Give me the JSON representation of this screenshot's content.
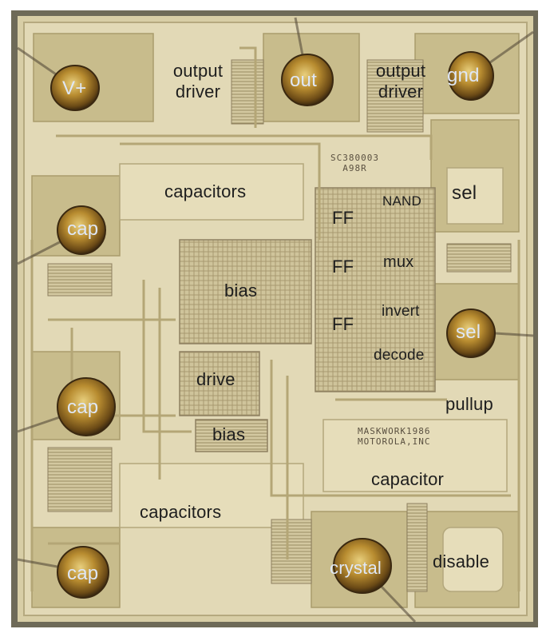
{
  "labels": {
    "vplus": "V+",
    "out": "out",
    "gnd": "gnd",
    "output_driver_left": "output driver",
    "output_driver_right": "output driver",
    "capacitors_top": "capacitors",
    "sel_top": "sel",
    "nand": "NAND",
    "ff_1": "FF",
    "ff_2": "FF",
    "ff_3": "FF",
    "mux": "mux",
    "invert": "invert",
    "decode": "decode",
    "sel_bottom": "sel",
    "cap_1": "cap",
    "bias_top": "bias",
    "drive": "drive",
    "bias_bottom": "bias",
    "cap_2": "cap",
    "pullup": "pullup",
    "capacitor": "capacitor",
    "capacitors_bottom": "capacitors",
    "cap_3": "cap",
    "crystal": "crystal",
    "disable": "disable"
  },
  "chip_markings": {
    "part_line1": "SC380003",
    "part_line2": "A98R",
    "mask_line1": "MASKWORK1986",
    "mask_line2": "MOTOROLA,INC"
  },
  "colors": {
    "substrate": "#d9cfa5",
    "metal": "#c9bc8a",
    "pad_gold": "#a8822c",
    "label_dark": "#1e1e1e",
    "label_light": "#dfe7f5"
  }
}
